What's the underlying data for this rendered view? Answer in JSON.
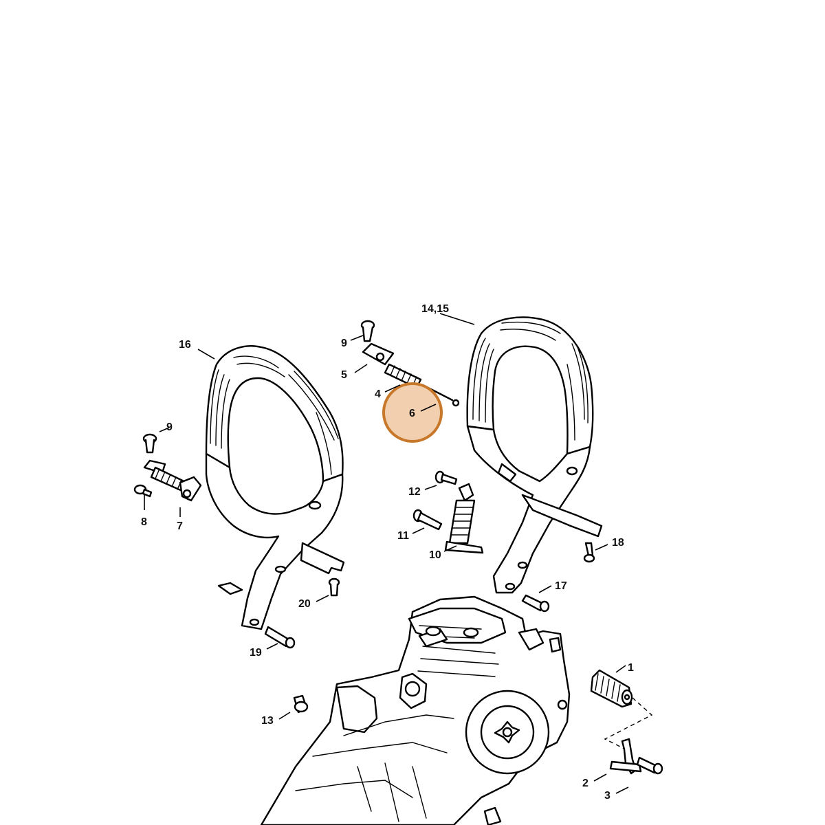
{
  "callouts": [
    {
      "id": "c1",
      "text": "1"
    },
    {
      "id": "c2",
      "text": "2"
    },
    {
      "id": "c3",
      "text": "3"
    },
    {
      "id": "c4",
      "text": "4"
    },
    {
      "id": "c5",
      "text": "5"
    },
    {
      "id": "c6",
      "text": "6"
    },
    {
      "id": "c7",
      "text": "7"
    },
    {
      "id": "c8",
      "text": "8"
    },
    {
      "id": "c9a",
      "text": "9"
    },
    {
      "id": "c9b",
      "text": "9"
    },
    {
      "id": "c10",
      "text": "10"
    },
    {
      "id": "c11",
      "text": "11"
    },
    {
      "id": "c12",
      "text": "12"
    },
    {
      "id": "c13",
      "text": "13"
    },
    {
      "id": "c14",
      "text": "14,15"
    },
    {
      "id": "c16",
      "text": "16"
    },
    {
      "id": "c17",
      "text": "17"
    },
    {
      "id": "c18",
      "text": "18"
    },
    {
      "id": "c19",
      "text": "19"
    },
    {
      "id": "c20",
      "text": "20"
    }
  ],
  "highlight": {
    "callout": "6",
    "fill": "#f2cfae",
    "stroke": "#c8782a"
  }
}
